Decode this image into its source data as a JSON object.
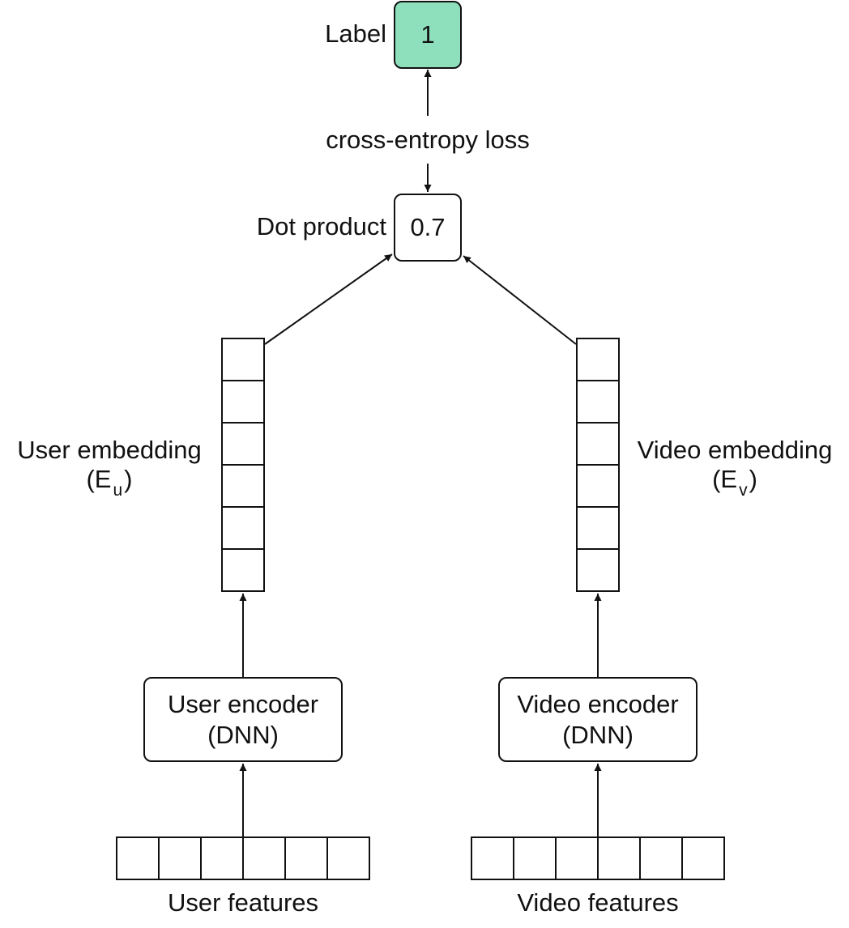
{
  "label": {
    "name": "Label",
    "value": "1",
    "fill": "#8ee0bd"
  },
  "loss": {
    "text": "cross-entropy loss"
  },
  "dot_product": {
    "name": "Dot product",
    "value": "0.7"
  },
  "user_embedding": {
    "line1": "User embedding",
    "open": "(E",
    "sub": "u",
    "close": ")"
  },
  "video_embedding": {
    "line1": "Video embedding",
    "open": "(E",
    "sub": "v",
    "close": ")"
  },
  "user_encoder": {
    "line1": "User encoder",
    "line2": "(DNN)"
  },
  "video_encoder": {
    "line1": "Video encoder",
    "line2": "(DNN)"
  },
  "user_features": {
    "text": "User features"
  },
  "video_features": {
    "text": "Video features"
  },
  "colors": {
    "stroke": "#111111",
    "label_fill": "#8ee0bd"
  }
}
